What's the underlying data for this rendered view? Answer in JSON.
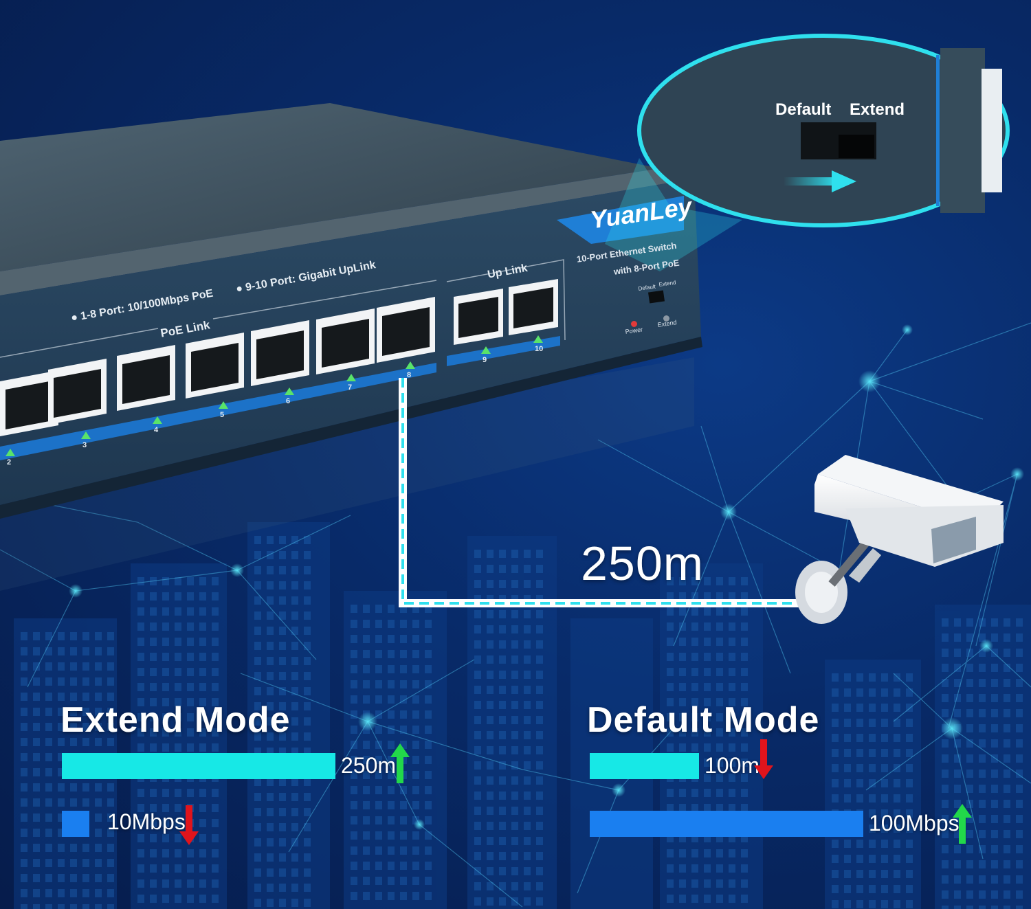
{
  "switch": {
    "brand": "YuanLey",
    "product_line1": "10-Port Ethernet Switch",
    "product_line2": "with 8-Port PoE",
    "spec_ports_poe": "● 1-8 Port: 10/100Mbps PoE",
    "spec_ports_uplink": "● 9-10 Port: Gigabit UpLink",
    "poe_link_label": "PoE Link",
    "uplink_label": "Up Link",
    "port_numbers": [
      "2",
      "3",
      "4",
      "5",
      "6",
      "7",
      "8",
      "9",
      "10"
    ],
    "small_switch_default": "Default",
    "small_switch_extend": "Extend",
    "power_led_label": "Power",
    "extend_led_label": "Extend"
  },
  "zoom_callout": {
    "default_label": "Default",
    "extend_label": "Extend"
  },
  "distance_label": "250m",
  "extend_mode": {
    "title": "Extend Mode",
    "distance": {
      "value_label": "250m",
      "fraction": 1.0,
      "trend": "up",
      "color": "#17e8e6"
    },
    "speed": {
      "value_label": "10Mbps",
      "fraction": 0.1,
      "trend": "down",
      "color": "#1a7ff0"
    }
  },
  "default_mode": {
    "title": "Default Mode",
    "distance": {
      "value_label": "100m",
      "fraction": 0.4,
      "trend": "down",
      "color": "#17e8e6"
    },
    "speed": {
      "value_label": "100Mbps",
      "fraction": 1.0,
      "trend": "up",
      "color": "#1a7ff0"
    }
  },
  "colors": {
    "cyan": "#17e8e6",
    "blue": "#1a7ff0",
    "up_arrow": "#22d84a",
    "down_arrow": "#e0141c"
  }
}
